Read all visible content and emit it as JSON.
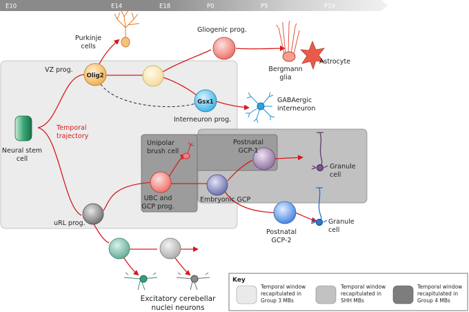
{
  "timeline": {
    "labels": [
      "E10",
      "E14",
      "E18",
      "P0",
      "P5",
      "P14"
    ]
  },
  "labels": {
    "purkinje": [
      "Purkinje",
      "cells"
    ],
    "gliogenic": "Gliogenic prog.",
    "bergmann": [
      "Bergmann",
      "glia"
    ],
    "astrocyte": "Astrocyte",
    "vz_prog": "VZ prog.",
    "olig2": "Olig2",
    "gsx1": "Gsx1",
    "gabaergic": [
      "GABAergic",
      "interneuron"
    ],
    "interneuron_prog": "Interneuron prog.",
    "neural_stem": [
      "Neural stem",
      "cell"
    ],
    "temporal": [
      "Temporal",
      "trajectory"
    ],
    "unipolar": [
      "Unipolar",
      "brush cell"
    ],
    "postnatal_gcp1": [
      "Postnatal",
      "GCP-1"
    ],
    "granule1": [
      "Granule",
      "cell"
    ],
    "ubc_gcp": [
      "UBC and",
      "GCP prog."
    ],
    "embryonic_gcp": "Embryonic GCP",
    "url_prog": "uRL prog.",
    "postnatal_gcp2": [
      "Postnatal",
      "GCP-2"
    ],
    "granule2": [
      "Granule",
      "cell"
    ],
    "excitatory": [
      "Excitatory cerebellar",
      "nuclei neurons"
    ]
  },
  "key": {
    "title": "Key",
    "items": [
      {
        "label": [
          "Temporal window",
          "recapitulated in",
          "Group 3 MBs"
        ],
        "color": "#eaeaea"
      },
      {
        "label": [
          "Temporal window",
          "recapitulated in",
          "SHH MBs"
        ],
        "color": "#c2c2c2"
      },
      {
        "label": [
          "Temporal window",
          "recapitulated in",
          "Group 4 MBs"
        ],
        "color": "#7d7d7d"
      }
    ]
  },
  "colors": {
    "arrow": "#d7191c",
    "olig2": "#f4b45c",
    "gsx1": "#3fb4e6",
    "stem": "#2e9e6a"
  }
}
